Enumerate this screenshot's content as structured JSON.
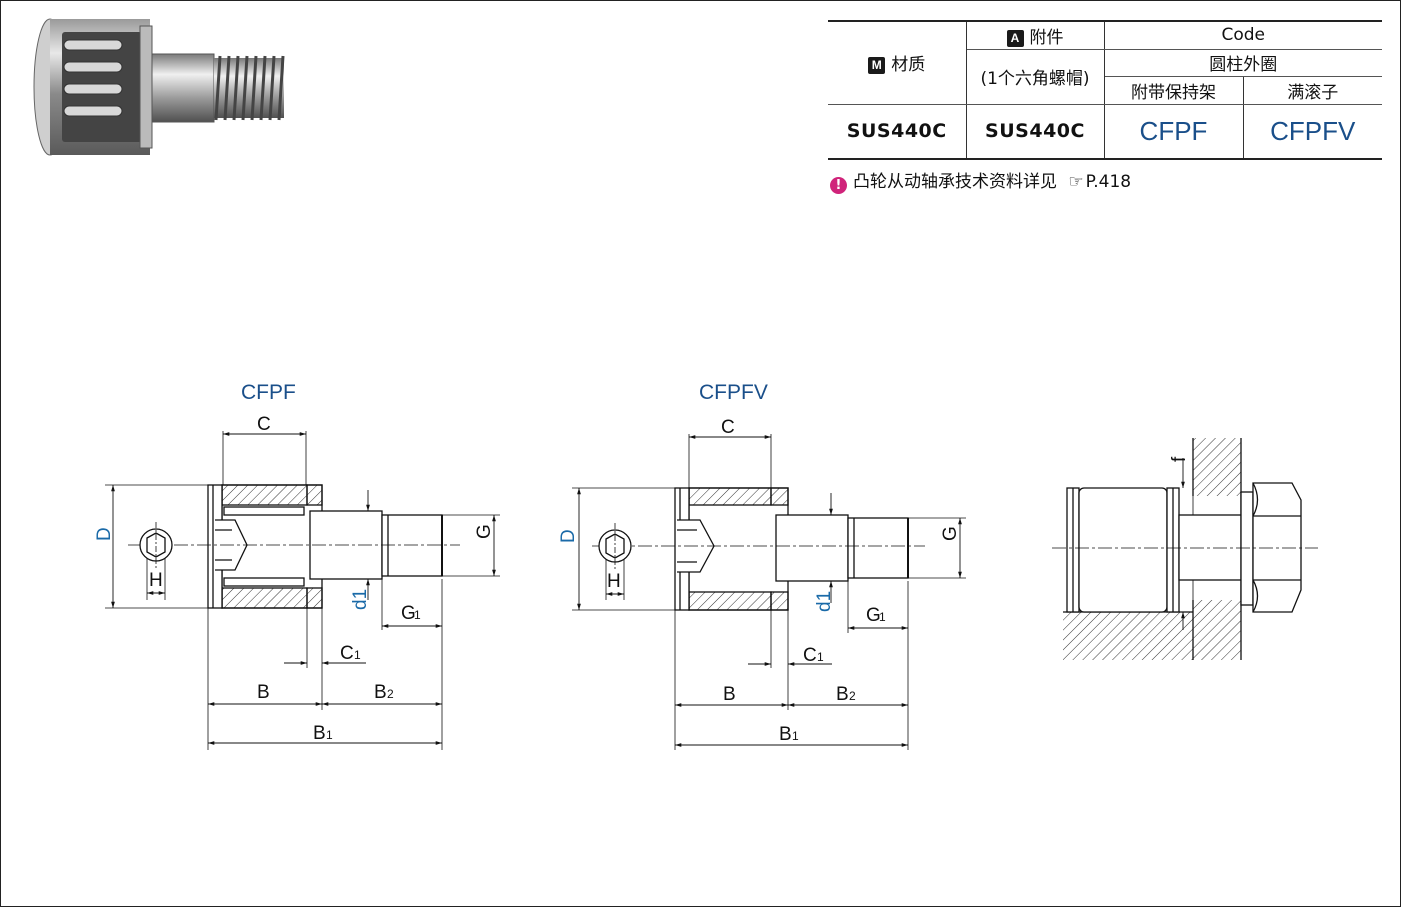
{
  "table": {
    "material_badge": "M",
    "material_header": "材质",
    "accessory_badge": "A",
    "accessory_header": "附件",
    "accessory_sub": "(1个六角螺帽)",
    "code_header": "Code",
    "outer_ring": "圆柱外圈",
    "col_cage": "附带保持架",
    "col_full": "满滚子",
    "material_value": "SUS440C",
    "accessory_value": "SUS440C",
    "code_cage": "CFPF",
    "code_full": "CFPFV"
  },
  "note": {
    "icon": "exclamation-icon",
    "text": "凸轮从动轴承技术资料详见",
    "pointer_icon": "pointing-hand-icon",
    "page_ref": "P.418"
  },
  "drawings": {
    "left_title": "CFPF",
    "middle_title": "CFPFV",
    "labels": {
      "C": "C",
      "D": "D",
      "H": "H",
      "d1": "d1",
      "G": "G",
      "G1": "G",
      "C1": "C",
      "B": "B",
      "B2": "B",
      "B1": "B",
      "f": "f",
      "sub1": "1",
      "sub2": "2"
    }
  },
  "colors": {
    "code_blue": "#1a4f8a",
    "dim_blue": "#1a6aa8",
    "warn_magenta": "#d0237a"
  }
}
